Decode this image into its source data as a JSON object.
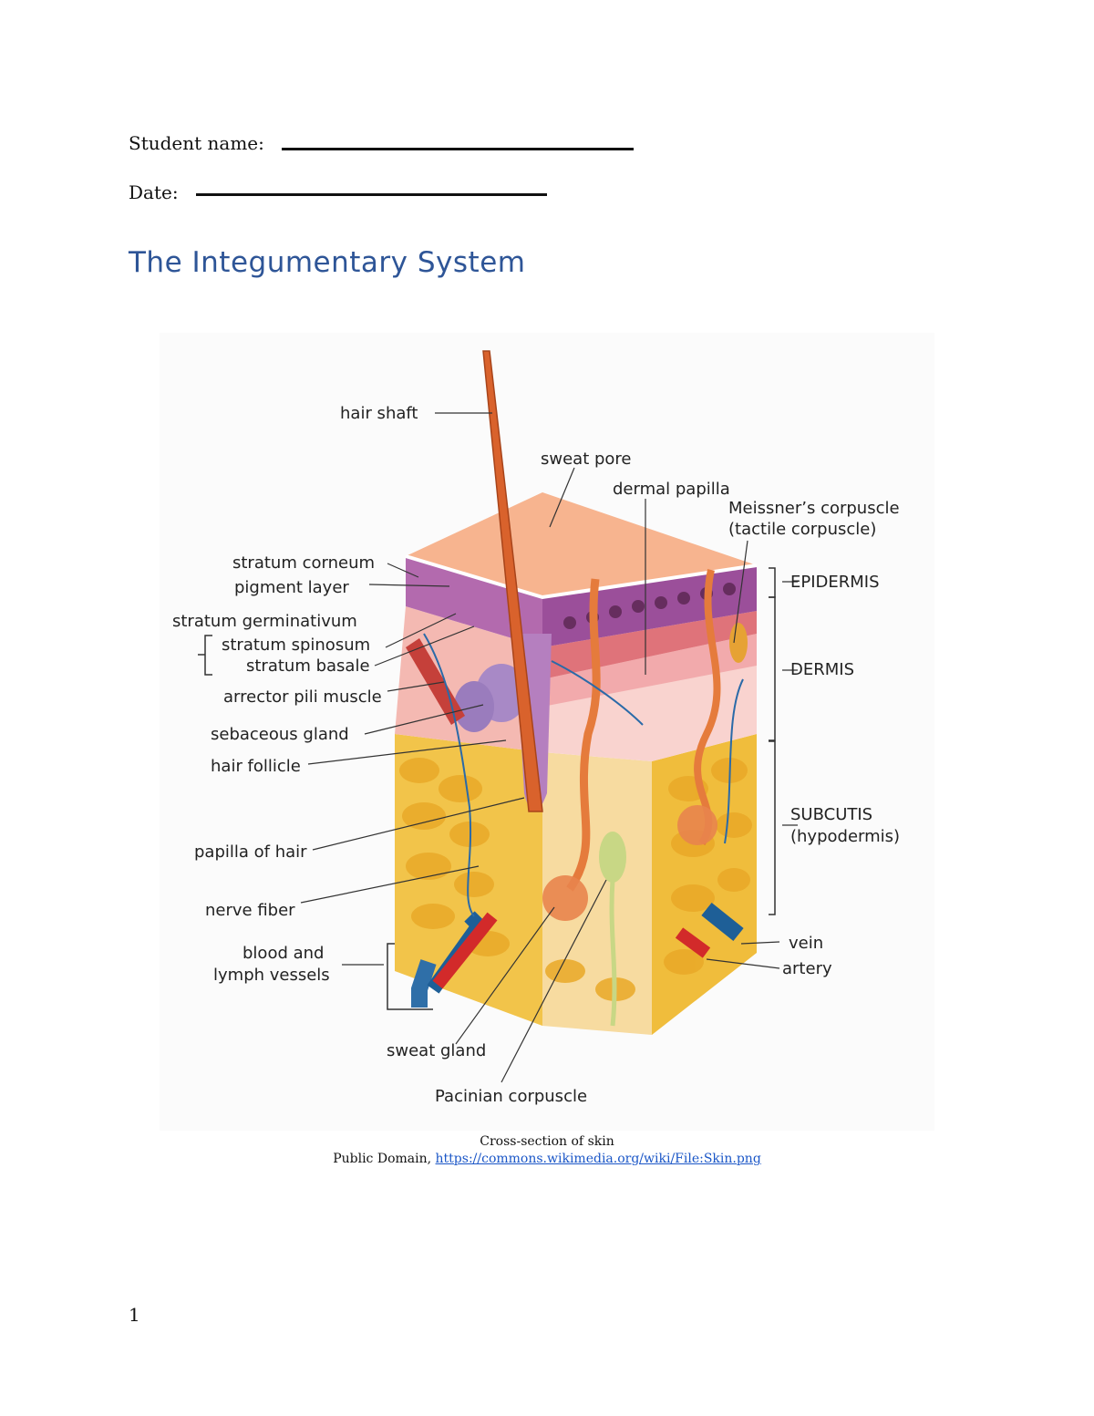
{
  "form": {
    "student_name_label": "Student name:",
    "date_label": "Date:"
  },
  "title": "The Integumentary System",
  "figure": {
    "labels": {
      "hair_shaft": "hair shaft",
      "sweat_pore": "sweat pore",
      "dermal_papilla": "dermal papilla",
      "meissner_1": "Meissner’s corpuscle",
      "meissner_2": "(tactile corpuscle)",
      "stratum_corneum": "stratum corneum",
      "pigment_layer": "pigment layer",
      "stratum_germinativum": "stratum germinativum",
      "stratum_spinosum": "stratum spinosum",
      "stratum_basale": "stratum basale",
      "arrector_pili": "arrector pili muscle",
      "sebaceous_gland": "sebaceous gland",
      "hair_follicle": "hair follicle",
      "papilla_of_hair": "papilla of hair",
      "nerve_fiber": "nerve fiber",
      "vessels_1": "blood and",
      "vessels_2": "lymph vessels",
      "sweat_gland": "sweat gland",
      "pacinian": "Pacinian corpuscle",
      "epidermis": "EPIDERMIS",
      "dermis": "DERMIS",
      "subcutis_1": "SUBCUTIS",
      "subcutis_2": "(hypodermis)",
      "vein": "vein",
      "artery": "artery"
    }
  },
  "caption": {
    "line1": "Cross-section of skin",
    "prefix": "Public Domain, ",
    "link": "https://commons.wikimedia.org/wiki/File:Skin.png"
  },
  "page_number": "1"
}
